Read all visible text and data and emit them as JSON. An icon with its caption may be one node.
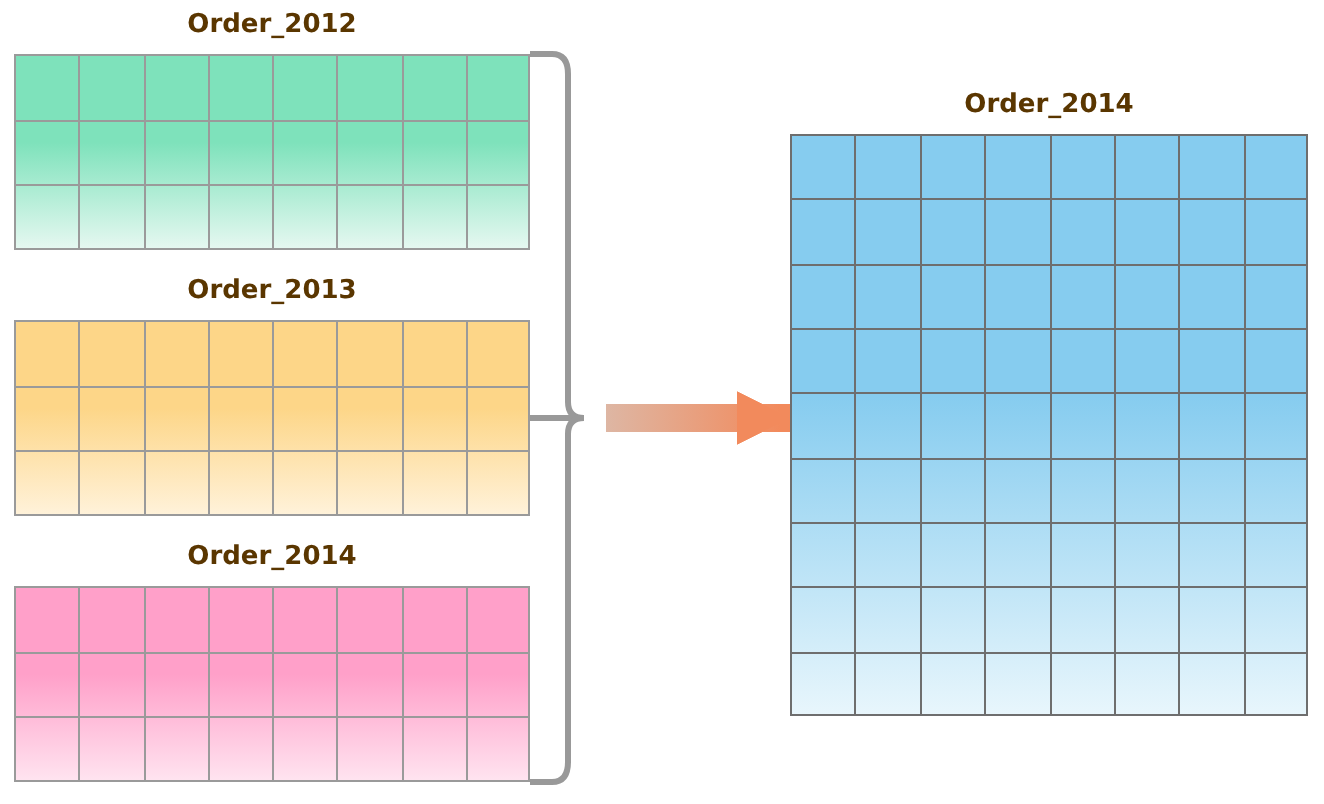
{
  "diagram": {
    "nodes": [
      {
        "text": [
          "Order_2012"
        ]
      },
      {
        "text": [
          "Order_2013"
        ]
      },
      {
        "text": [
          "Order_2014"
        ]
      },
      {
        "text": [
          "Order_2014"
        ]
      }
    ],
    "edges": [
      {
        "from": 0,
        "to": 3,
        "arrow": "to"
      },
      {
        "from": 1,
        "to": 3,
        "arrow": "to"
      },
      {
        "from": 2,
        "to": 3,
        "arrow": "to"
      }
    ]
  }
}
